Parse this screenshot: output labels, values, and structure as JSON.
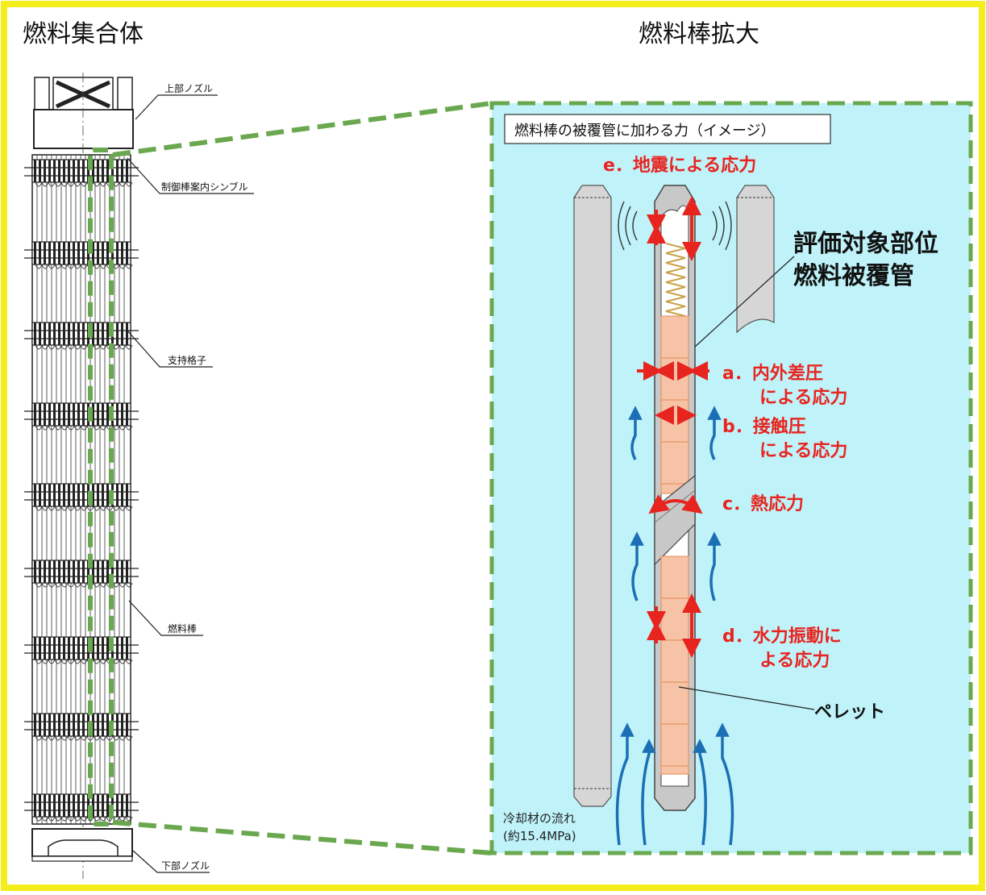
{
  "colors": {
    "frame": "#f4ef1c",
    "dash_green": "#6aa84f",
    "panel_bg": "#bff3f9",
    "stress_red": "#e8241f",
    "flow_blue": "#1c6fb5",
    "pellet": "#f6c3a6",
    "pellet_line": "#e68a52",
    "rod_gray": "#d6d6d6"
  },
  "left": {
    "title": "燃料集合体",
    "labels": {
      "top_nozzle": "上部ノズル",
      "guide_thimble": "制御棒案内シンブル",
      "grid": "支持格子",
      "fuel_rod": "燃料棒",
      "bottom_nozzle": "下部ノズル"
    }
  },
  "right": {
    "title": "燃料棒拡大",
    "box_label": "燃料棒の被覆管に加わる力（イメージ）",
    "stress_e": "e．地震による応力",
    "eval_line1": "評価対象部位",
    "eval_line2": "燃料被覆管",
    "stress_a_1": "a．内外差圧",
    "stress_a_2": "による応力",
    "stress_b_1": "b．接触圧",
    "stress_b_2": "による応力",
    "stress_c": "c．熱応力",
    "stress_d_1": "d．水力振動に",
    "stress_d_2": "よる応力",
    "pellet": "ペレット",
    "coolant_1": "冷却材の流れ",
    "coolant_2": "(約15.4MPa)"
  },
  "icons": [
    "vibration-icon",
    "spring-icon",
    "flow-arrow-icon",
    "stress-arrow-icon"
  ]
}
